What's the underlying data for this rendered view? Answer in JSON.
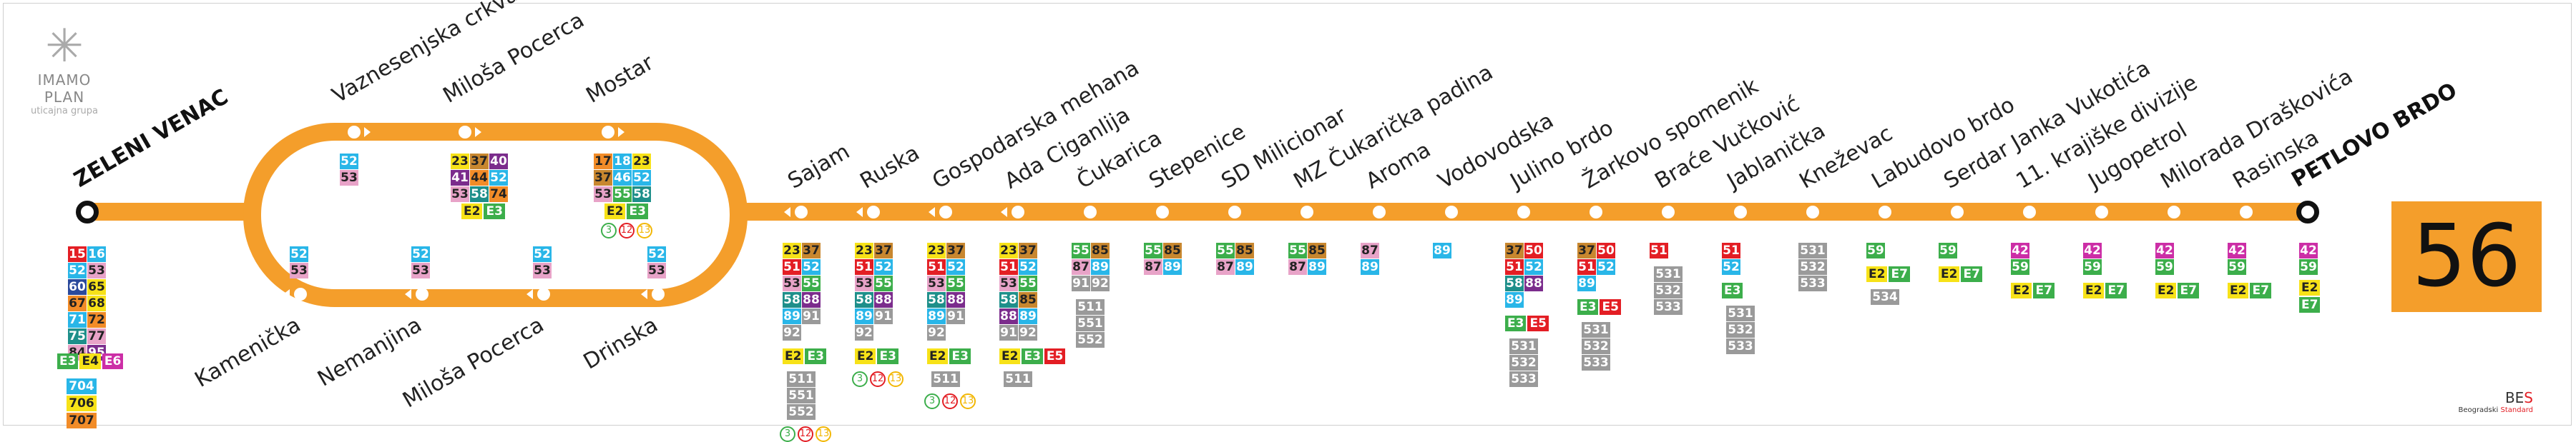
{
  "line_number": "56",
  "terminals": {
    "start": "ZELENI VENAC",
    "end": "PETLOVO BRDO"
  },
  "logo": {
    "title": "IMAMO PLAN",
    "subtitle": "uticajna grupa"
  },
  "bes": {
    "title_main": "BE",
    "title_accent": "S",
    "subtitle_main": "Beogradski ",
    "subtitle_accent": "Standard"
  },
  "colors": {
    "route": "#f49e2b",
    "terminal_ring": "#111111"
  },
  "start_badges": {
    "grid": [
      "15",
      "16",
      "52",
      "53",
      "60",
      "65",
      "67",
      "68",
      "71",
      "72",
      "75",
      "77",
      "84",
      "95"
    ],
    "extras": [
      "E3",
      "E4",
      "E6"
    ],
    "night": [
      "704",
      "706",
      "707"
    ]
  },
  "upper_loop": [
    {
      "name": "Vaznesenjska crkva",
      "badges": [
        "52",
        "53"
      ],
      "extras": [],
      "circles": []
    },
    {
      "name": "Miloša Pocerca",
      "badges": [
        "23",
        "37",
        "40",
        "41",
        "44",
        "52",
        "53",
        "58",
        "74"
      ],
      "extras": [
        "E2",
        "E3"
      ],
      "circles": []
    },
    {
      "name": "Mostar",
      "badges": [
        "17",
        "18",
        "23",
        "37",
        "46",
        "52",
        "53",
        "55",
        "58"
      ],
      "extras": [
        "E2",
        "E3"
      ],
      "circles": [
        "3",
        "12",
        "13"
      ]
    }
  ],
  "lower_loop": [
    {
      "name": "Kamenička",
      "badges": [
        "52",
        "53"
      ]
    },
    {
      "name": "Nemanjina",
      "badges": [
        "52",
        "53"
      ]
    },
    {
      "name": "Miloša Pocerca",
      "badges": [
        "52",
        "53"
      ]
    },
    {
      "name": "Drinska",
      "badges": [
        "52",
        "53"
      ]
    }
  ],
  "stops": [
    {
      "name": "Sajam",
      "badges": [
        "23",
        "37",
        "51",
        "52",
        "53",
        "55",
        "58",
        "88",
        "89",
        "91",
        "92"
      ],
      "extras": [
        "E2",
        "E3"
      ],
      "grey": [
        "511",
        "551",
        "552"
      ],
      "circles": [
        "3",
        "12",
        "13"
      ]
    },
    {
      "name": "Ruska",
      "badges": [
        "23",
        "37",
        "51",
        "52",
        "53",
        "55",
        "58",
        "88",
        "89",
        "91",
        "92"
      ],
      "extras": [
        "E2",
        "E3"
      ],
      "grey": [],
      "circles": [
        "3",
        "12",
        "13"
      ]
    },
    {
      "name": "Gospodarska mehana",
      "badges": [
        "23",
        "37",
        "51",
        "52",
        "53",
        "55",
        "58",
        "88",
        "89",
        "91",
        "92"
      ],
      "extras": [
        "E2",
        "E3"
      ],
      "grey": [
        "511"
      ],
      "circles": [
        "3",
        "12",
        "13"
      ]
    },
    {
      "name": "Ada Ciganlija",
      "badges": [
        "23",
        "37",
        "51",
        "52",
        "53",
        "55",
        "58",
        "85",
        "88",
        "89",
        "91",
        "92"
      ],
      "extras": [
        "E2",
        "E3",
        "E5"
      ],
      "grey": [
        "511"
      ],
      "circles": []
    },
    {
      "name": "Čukarica",
      "badges": [
        "55",
        "85",
        "87",
        "89",
        "91",
        "92"
      ],
      "extras": [],
      "grey": [
        "511",
        "551",
        "552"
      ],
      "circles": []
    },
    {
      "name": "Stepenice",
      "badges": [
        "55",
        "85",
        "87",
        "89"
      ],
      "extras": [],
      "grey": [],
      "circles": []
    },
    {
      "name": "SD Milicionar",
      "badges": [
        "55",
        "85",
        "87",
        "89"
      ],
      "extras": [],
      "grey": [],
      "circles": []
    },
    {
      "name": "MZ Čukarička padina",
      "badges": [
        "55",
        "85",
        "87",
        "89"
      ],
      "extras": [],
      "grey": [],
      "circles": []
    },
    {
      "name": "Aroma",
      "badges": [
        "87",
        "89"
      ],
      "extras": [],
      "grey": [],
      "circles": []
    },
    {
      "name": "Vodovodska",
      "badges": [
        "89"
      ],
      "extras": [],
      "grey": [],
      "circles": []
    },
    {
      "name": "Julino brdo",
      "badges": [
        "37",
        "50",
        "51",
        "52",
        "58",
        "88",
        "89"
      ],
      "extras": [
        "E3",
        "E5"
      ],
      "grey": [
        "531",
        "532",
        "533"
      ],
      "circles": []
    },
    {
      "name": "Žarkovo spomenik",
      "badges": [
        "37",
        "50",
        "51",
        "52",
        "89"
      ],
      "extras": [
        "E3",
        "E5"
      ],
      "grey": [
        "531",
        "532",
        "533"
      ],
      "circles": []
    },
    {
      "name": "Braće Vučković",
      "badges": [
        "51"
      ],
      "extras": [],
      "grey": [
        "531",
        "532",
        "533"
      ],
      "circles": []
    },
    {
      "name": "Jablanička",
      "badges": [
        "51",
        "52"
      ],
      "extras": [
        "E3"
      ],
      "grey": [
        "531",
        "532",
        "533"
      ],
      "circles": []
    },
    {
      "name": "Kneževac",
      "badges": [],
      "extras": [],
      "grey": [
        "531",
        "532",
        "533"
      ],
      "circles": []
    },
    {
      "name": "Labudovo brdo",
      "badges": [
        "59"
      ],
      "extras": [
        "E2",
        "E7"
      ],
      "grey": [
        "534"
      ],
      "circles": []
    },
    {
      "name": "Serdar Janka Vukotića",
      "badges": [
        "59"
      ],
      "extras": [
        "E2",
        "E7"
      ],
      "grey": [],
      "circles": []
    },
    {
      "name": "11. krajiške divizije",
      "badges": [
        "42",
        "59"
      ],
      "extras": [
        "E2",
        "E7"
      ],
      "grey": [],
      "circles": []
    },
    {
      "name": "Jugopetrol",
      "badges": [
        "42",
        "59"
      ],
      "extras": [
        "E2",
        "E7"
      ],
      "grey": [],
      "circles": []
    },
    {
      "name": "Milorada Draškovića",
      "badges": [
        "42",
        "59"
      ],
      "extras": [
        "E2",
        "E7"
      ],
      "grey": [],
      "circles": []
    },
    {
      "name": "Rasinska",
      "badges": [
        "42",
        "59"
      ],
      "extras": [
        "E2",
        "E7"
      ],
      "grey": [],
      "circles": []
    }
  ],
  "end_badges": {
    "badges": [
      "42",
      "59"
    ],
    "extras": [
      "E2",
      "E7"
    ]
  }
}
